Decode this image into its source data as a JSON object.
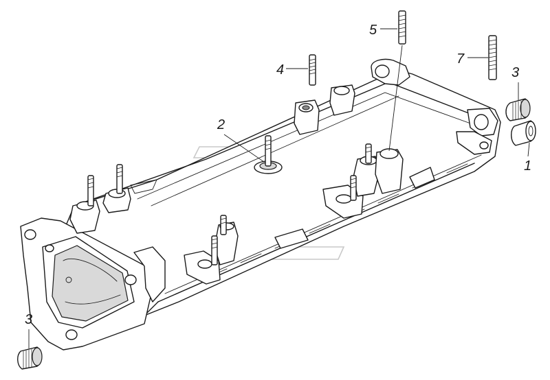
{
  "diagram": {
    "callouts": [
      {
        "id": "c1",
        "label": "1"
      },
      {
        "id": "c2",
        "label": "2"
      },
      {
        "id": "c3a",
        "label": "3"
      },
      {
        "id": "c3b",
        "label": "3"
      },
      {
        "id": "c4",
        "label": "4"
      },
      {
        "id": "c5",
        "label": "5"
      },
      {
        "id": "c7",
        "label": "7"
      }
    ],
    "colors": {
      "line": "#1a1a1a",
      "background": "#ffffff",
      "watermark": "#c9c9c9"
    }
  }
}
